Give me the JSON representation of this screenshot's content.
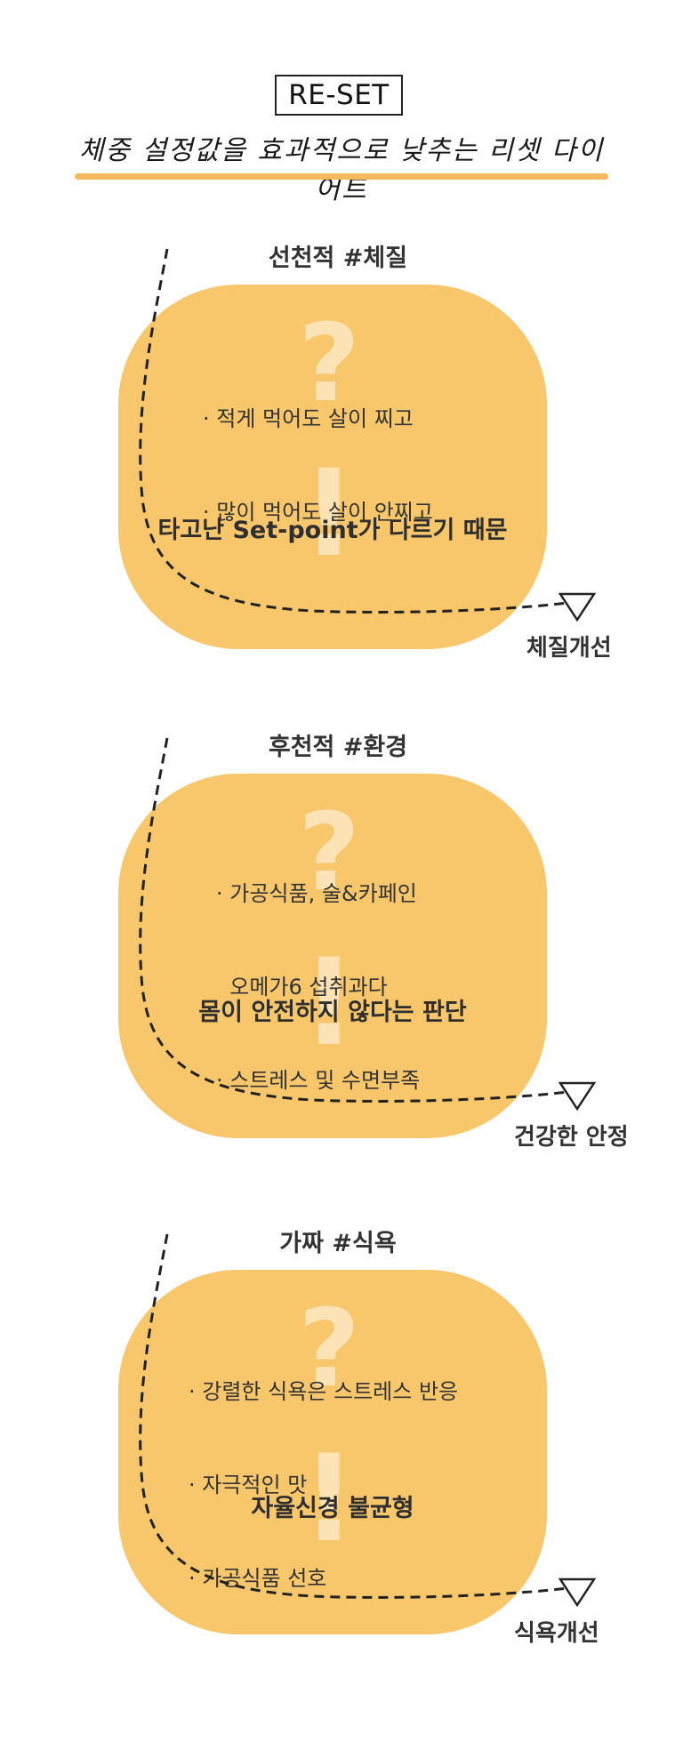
{
  "header": {
    "title": "RE-SET",
    "subtitle": "체중 설정값을 효과적으로 낮추는 리셋 다이어트"
  },
  "sections": [
    {
      "title": "선천적 #체질",
      "bullets": [
        "· 적게 먹어도 살이 찌고",
        "· 많이 먹어도 살이 안찌고"
      ],
      "conclusion": "타고난  Set-point가  다르기 때문",
      "outcome": "체질개선"
    },
    {
      "title": "후천적 #환경",
      "bullets": [
        "· 가공식품, 술&카페인",
        "  오메가6 섭취과다",
        "· 스트레스 및 수면부족"
      ],
      "conclusion": "몸이 안전하지 않다는 판단",
      "outcome": "건강한 안정"
    },
    {
      "title": "가짜 #식욕",
      "bullets": [
        "· 강렬한 식욕은 스트레스 반응",
        "· 자극적인 맛",
        "· 가공식품 선호"
      ],
      "conclusion": "자율신경 불균형",
      "outcome": "식욕개선"
    }
  ],
  "decor": {
    "question_mark": "?",
    "exclamation_mark": "!",
    "blob_color": "#f8c76c",
    "mark_color": "#fbe3b5",
    "underline_color": "#f3b95c"
  }
}
